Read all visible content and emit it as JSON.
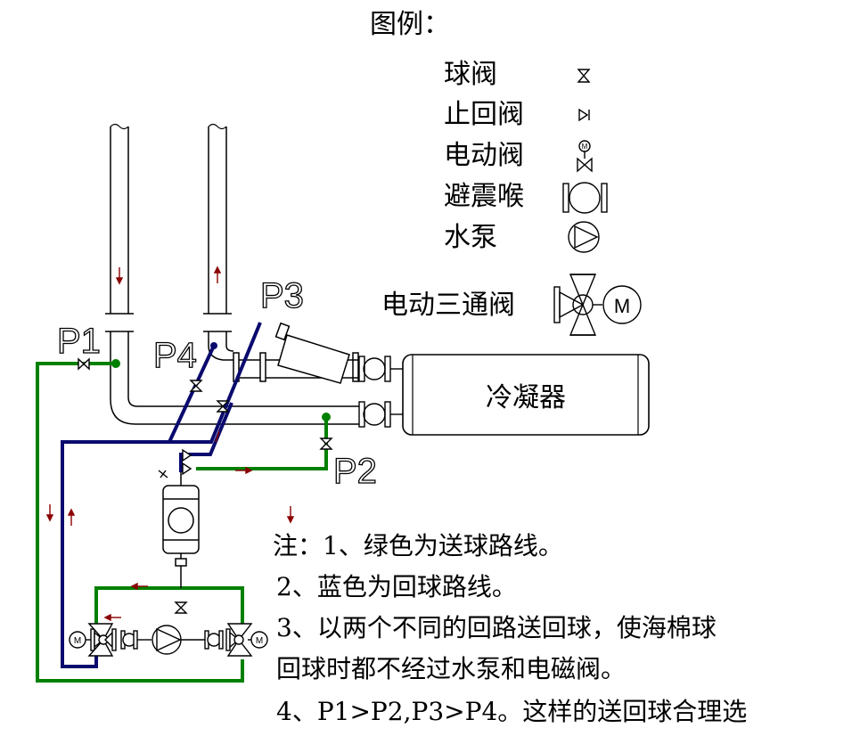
{
  "legend": {
    "title": "图例：",
    "items": [
      {
        "key": "ball-valve",
        "label": "球阀"
      },
      {
        "key": "check-valve",
        "label": "止回阀"
      },
      {
        "key": "motorized-valve",
        "label": "电动阀"
      },
      {
        "key": "vibration-joint",
        "label": "避震喉"
      },
      {
        "key": "pump",
        "label": "水泵"
      },
      {
        "key": "motor-3way-valve",
        "label": "电动三通阀"
      }
    ],
    "motor_letter": "M"
  },
  "equipment": {
    "condenser": "冷凝器"
  },
  "points": {
    "p1": "P1",
    "p2": "P2",
    "p3": "P3",
    "p4": "P4"
  },
  "notes": [
    "注：1、绿色为送球路线。",
    "2、蓝色为回球路线。",
    "3、以两个不同的回路送回球，使海棉球",
    "回球时都不经过水泵和电磁阀。",
    "4、P1>P2,P3>P4。这样的送回球合理选"
  ],
  "colors": {
    "supply_line": "#008000",
    "return_line": "#0a0a6e",
    "outline": "#000000",
    "flow_arrow": "#8b0000",
    "background": "#ffffff"
  }
}
